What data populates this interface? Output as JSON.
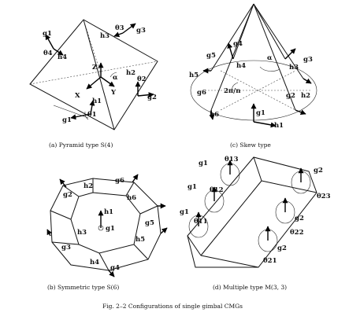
{
  "panels": {
    "a": {
      "caption": "(a) Pyramid type S(4)",
      "labels": [
        "g1",
        "g2",
        "g3",
        "g4",
        "h1",
        "h2",
        "h3",
        "h4",
        "θ1",
        "θ2",
        "θ3",
        "θ4",
        "Z",
        "X",
        "Y",
        "α"
      ]
    },
    "c": {
      "caption": "(c) Skew type",
      "labels": [
        "g1",
        "g2",
        "g3",
        "g4",
        "g5",
        "g6",
        "h1",
        "h2",
        "h3",
        "h4",
        "h5",
        "h6",
        "α",
        "2π/n"
      ]
    },
    "b": {
      "caption": "(b) Symmetric type S(6)",
      "labels": [
        "g1",
        "g2",
        "g3",
        "g4",
        "g5",
        "g6",
        "h1",
        "h2",
        "h3",
        "h4",
        "h5",
        "h6"
      ]
    },
    "d": {
      "caption": "(d) Multiple type M(3, 3)",
      "labels": [
        "g1",
        "g1",
        "g1",
        "g2",
        "g2",
        "g2",
        "θ11",
        "θ12",
        "θ13",
        "θ21",
        "θ22",
        "θ23"
      ]
    }
  },
  "figure_caption": "Fig. 2–2   Configurations of single gimbal CMGs"
}
